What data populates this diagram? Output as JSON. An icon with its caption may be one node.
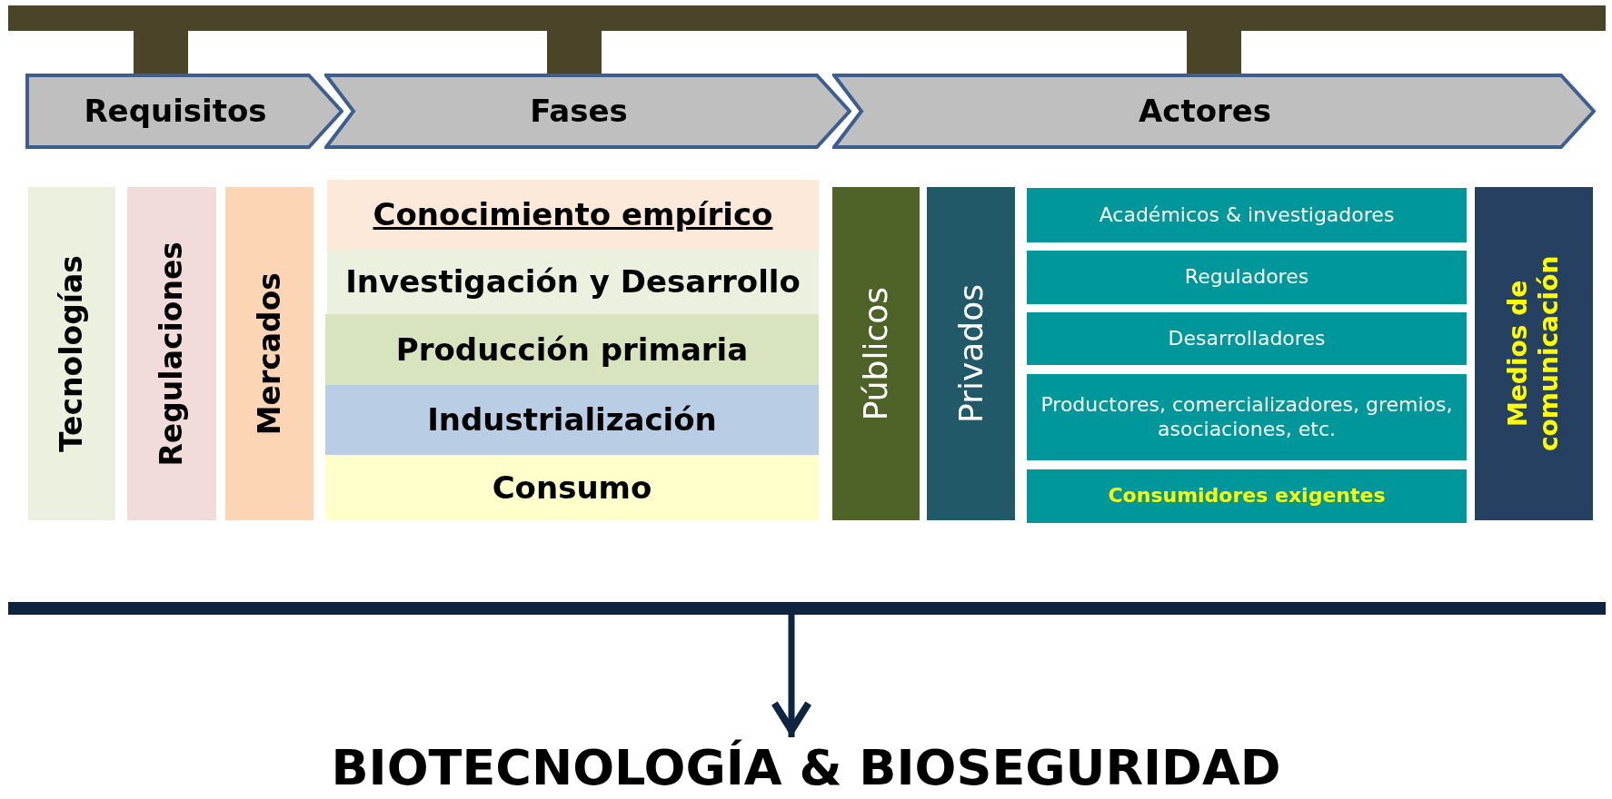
{
  "diagram": {
    "nodes": [
      {
        "text": [],
        "shape": "bar"
      },
      {
        "text": [
          "Requisitos"
        ]
      },
      {
        "text": [
          "Fases"
        ]
      },
      {
        "text": [
          "Actores"
        ]
      },
      {
        "text": [
          "Tecnologías"
        ]
      },
      {
        "text": [
          "Regulaciones"
        ]
      },
      {
        "text": [
          "Mercados"
        ]
      },
      {
        "text": [
          "Conocimiento empírico"
        ]
      },
      {
        "text": [
          "Investigación y Desarrollo"
        ]
      },
      {
        "text": [
          "Producción primaria"
        ]
      },
      {
        "text": [
          "Industrialización"
        ]
      },
      {
        "text": [
          "Consumo"
        ]
      },
      {
        "text": [
          "Públicos"
        ]
      },
      {
        "text": [
          "Privados"
        ]
      },
      {
        "text": [
          "Académicos & investigadores"
        ]
      },
      {
        "text": [
          "Reguladores"
        ]
      },
      {
        "text": [
          "Desarrolladores"
        ]
      },
      {
        "text": [
          "Productores, comercializadores, gremios, asociaciones, etc."
        ]
      },
      {
        "text": [
          "Consumidores exigentes"
        ]
      },
      {
        "text": [
          "Medios de comunicación"
        ]
      },
      {
        "text": [],
        "shape": "bar"
      },
      {
        "text": [
          "BIOTECNOLOGÍA & BIOSEGURIDAD"
        ]
      }
    ],
    "edges": [
      {
        "from": 0,
        "to": 1,
        "arrow": "none"
      },
      {
        "from": 0,
        "to": 2,
        "arrow": "none"
      },
      {
        "from": 0,
        "to": 3,
        "arrow": "none"
      },
      {
        "from": 20,
        "to": 21,
        "arrow": "to"
      }
    ]
  }
}
